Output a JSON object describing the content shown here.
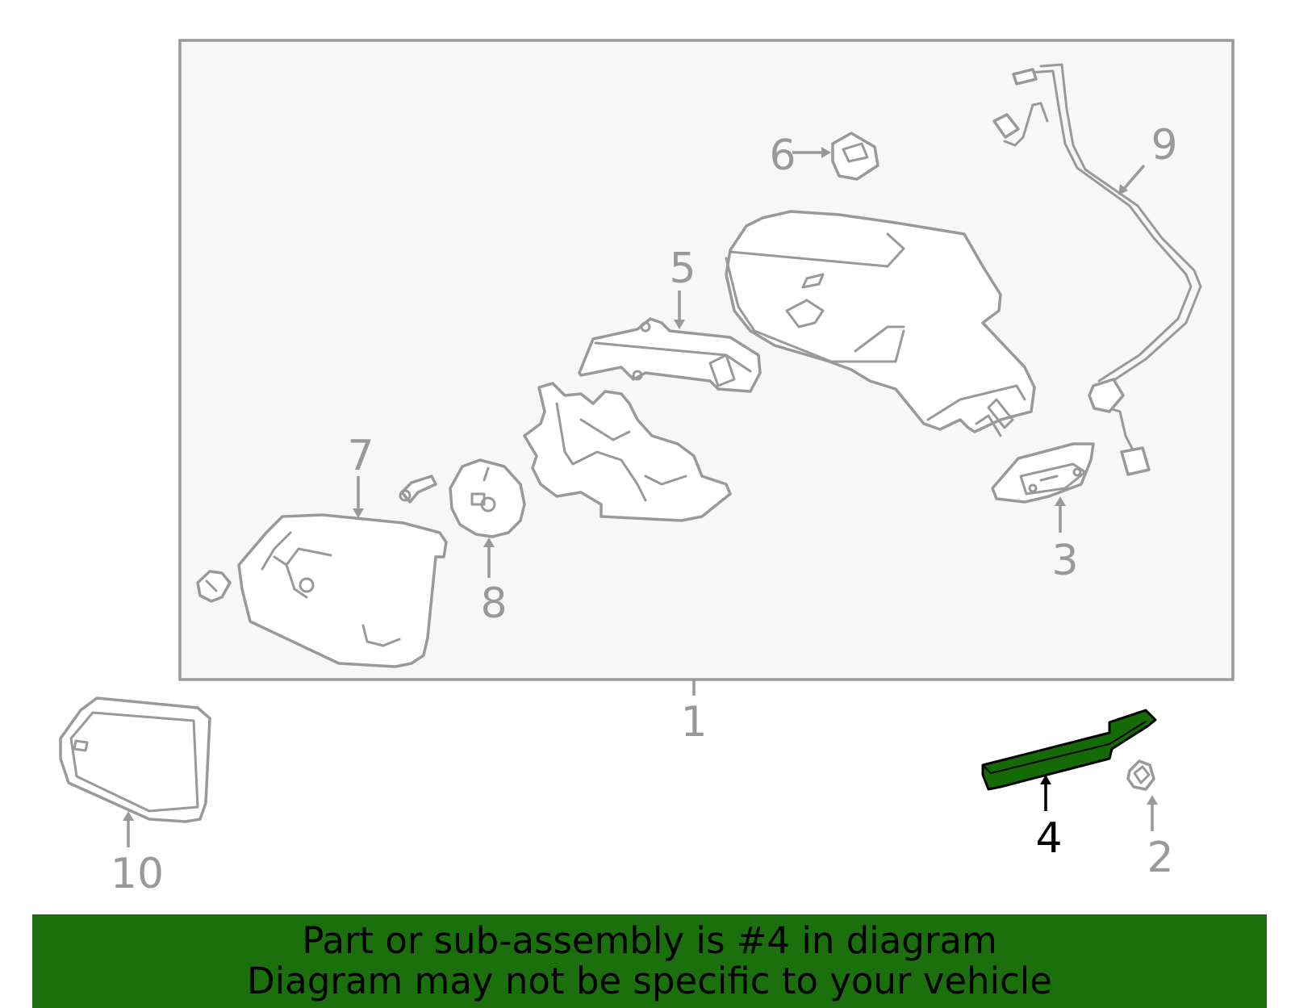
{
  "diagram": {
    "highlight_color": "#146b05",
    "line_color": "#999999",
    "callouts": [
      {
        "id": "1",
        "label": "1",
        "highlighted": false
      },
      {
        "id": "2",
        "label": "2",
        "highlighted": false
      },
      {
        "id": "3",
        "label": "3",
        "highlighted": false
      },
      {
        "id": "4",
        "label": "4",
        "highlighted": true
      },
      {
        "id": "5",
        "label": "5",
        "highlighted": false
      },
      {
        "id": "6",
        "label": "6",
        "highlighted": false
      },
      {
        "id": "7",
        "label": "7",
        "highlighted": false
      },
      {
        "id": "8",
        "label": "8",
        "highlighted": false
      },
      {
        "id": "9",
        "label": "9",
        "highlighted": false
      },
      {
        "id": "10",
        "label": "10",
        "highlighted": false
      }
    ]
  },
  "banner": {
    "line1": "Part or sub-assembly is #4 in diagram",
    "line2": "Diagram may not be specific to your vehicle",
    "background": "#1b6f0c"
  }
}
